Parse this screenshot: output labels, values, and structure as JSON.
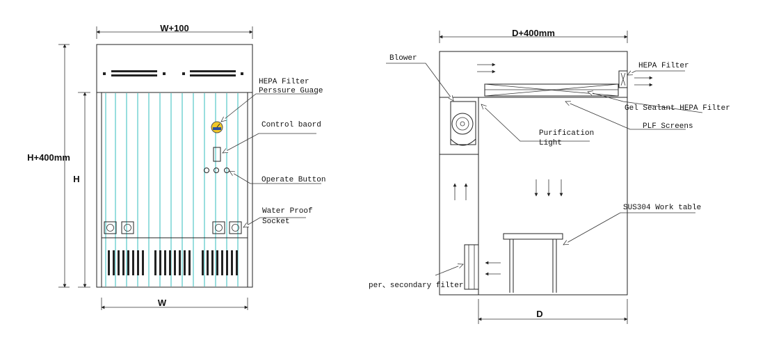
{
  "front_view": {
    "top_dimension": "W+100",
    "bottom_dimension": "W",
    "outer_height": "H+400mm",
    "inner_height": "H",
    "labels": {
      "hepa_gauge_line1": "HEPA Filter",
      "hepa_gauge_line2": "Perssure Guage",
      "control_board": "Control baord",
      "operate_button": "Operate Button",
      "socket_line1": "Water Proof",
      "socket_line2": "Socket"
    }
  },
  "side_view": {
    "top_dimension": "D+400mm",
    "bottom_dimension": "D",
    "labels": {
      "blower": "Blower",
      "hepa_filter": "HEPA Filter",
      "gel_sealant": "Gel Sealant HEPA Filter",
      "plf_screens": "PLF Screens",
      "purification_line1": "Purification",
      "purification_line2": "Light",
      "work_table": "SUS304 Work table",
      "secondary_filter": "per、secondary filter"
    }
  },
  "colors": {
    "curtain": "#7fd6d6",
    "line": "#222222",
    "gauge": "#e8c020"
  }
}
